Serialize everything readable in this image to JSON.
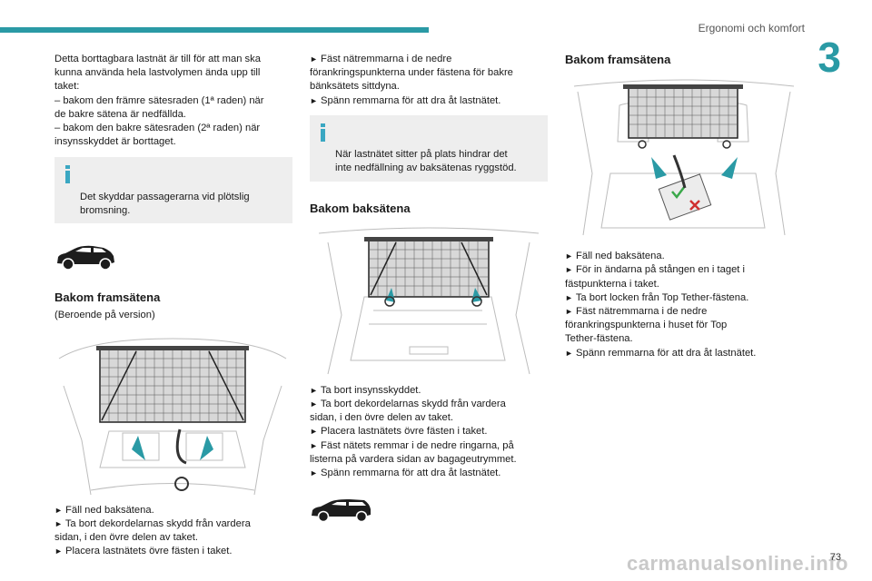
{
  "header": {
    "section_title": "Ergonomi och komfort",
    "chapter_number": "3",
    "page_number": "73"
  },
  "footer": {
    "watermark": "carmanualsonline.info"
  },
  "colors": {
    "accent": "#2a9aa5",
    "info_icon": "#3aa7c2",
    "info_bg": "#eeeeee"
  },
  "col1": {
    "intro": "Detta borttagbara lastnät är till för att man ska\nkunna använda hela lastvolymen ända upp till\ntaket:\n– bakom den främre sätesraden (1ª raden) när\nde bakre sätena är nedfällda.\n– bakom den bakre sätesraden (2ª raden) när\ninsynsskyddet är borttaget.",
    "info": "Det skyddar passagerarna vid plötslig\nbromsning.",
    "car_icon": "suv-silhouette-icon",
    "section_title": "Bakom framsätena",
    "section_sub": "(Beroende på version)",
    "steps": [
      "Fäll ned baksätena.",
      "Ta bort dekordelarnas skydd från vardera\nsidan, i den övre delen av taket.",
      "Placera lastnätets övre fästen i taket."
    ]
  },
  "col2": {
    "steps_top": [
      "Fäst nätremmarna i de nedre\nförankringspunkterna under fästena för bakre\nbänksätets sittdyna.",
      "Spänn remmarna för att dra åt lastnätet."
    ],
    "info": "När lastnätet sitter på plats hindrar det\ninte nedfällning av baksätenas ryggstöd.",
    "section_title": "Bakom baksätena",
    "steps": [
      "Ta bort insynsskyddet.",
      "Ta bort dekordelarnas skydd från vardera\nsidan, i den övre delen av taket.",
      "Placera lastnätets övre fästen i taket.",
      "Fäst nätets remmar i de nedre ringarna, på\nlisterna på vardera sidan av bagageutrymmet.",
      "Spänn remmarna för att dra åt lastnätet."
    ],
    "car_icon": "estate-silhouette-icon"
  },
  "col3": {
    "section_title": "Bakom framsätena",
    "steps": [
      "Fäll ned baksätena.",
      "För in ändarna på stången en i taget i\nfästpunkterna i taket.",
      "Ta bort locken från Top Tether-fästena.",
      "Fäst nätremmarna i de nedre\nförankringspunkterna i huset för Top\nTether-fästena.",
      "Spänn remmarna för att dra åt lastnätet."
    ]
  },
  "bullet": "►"
}
